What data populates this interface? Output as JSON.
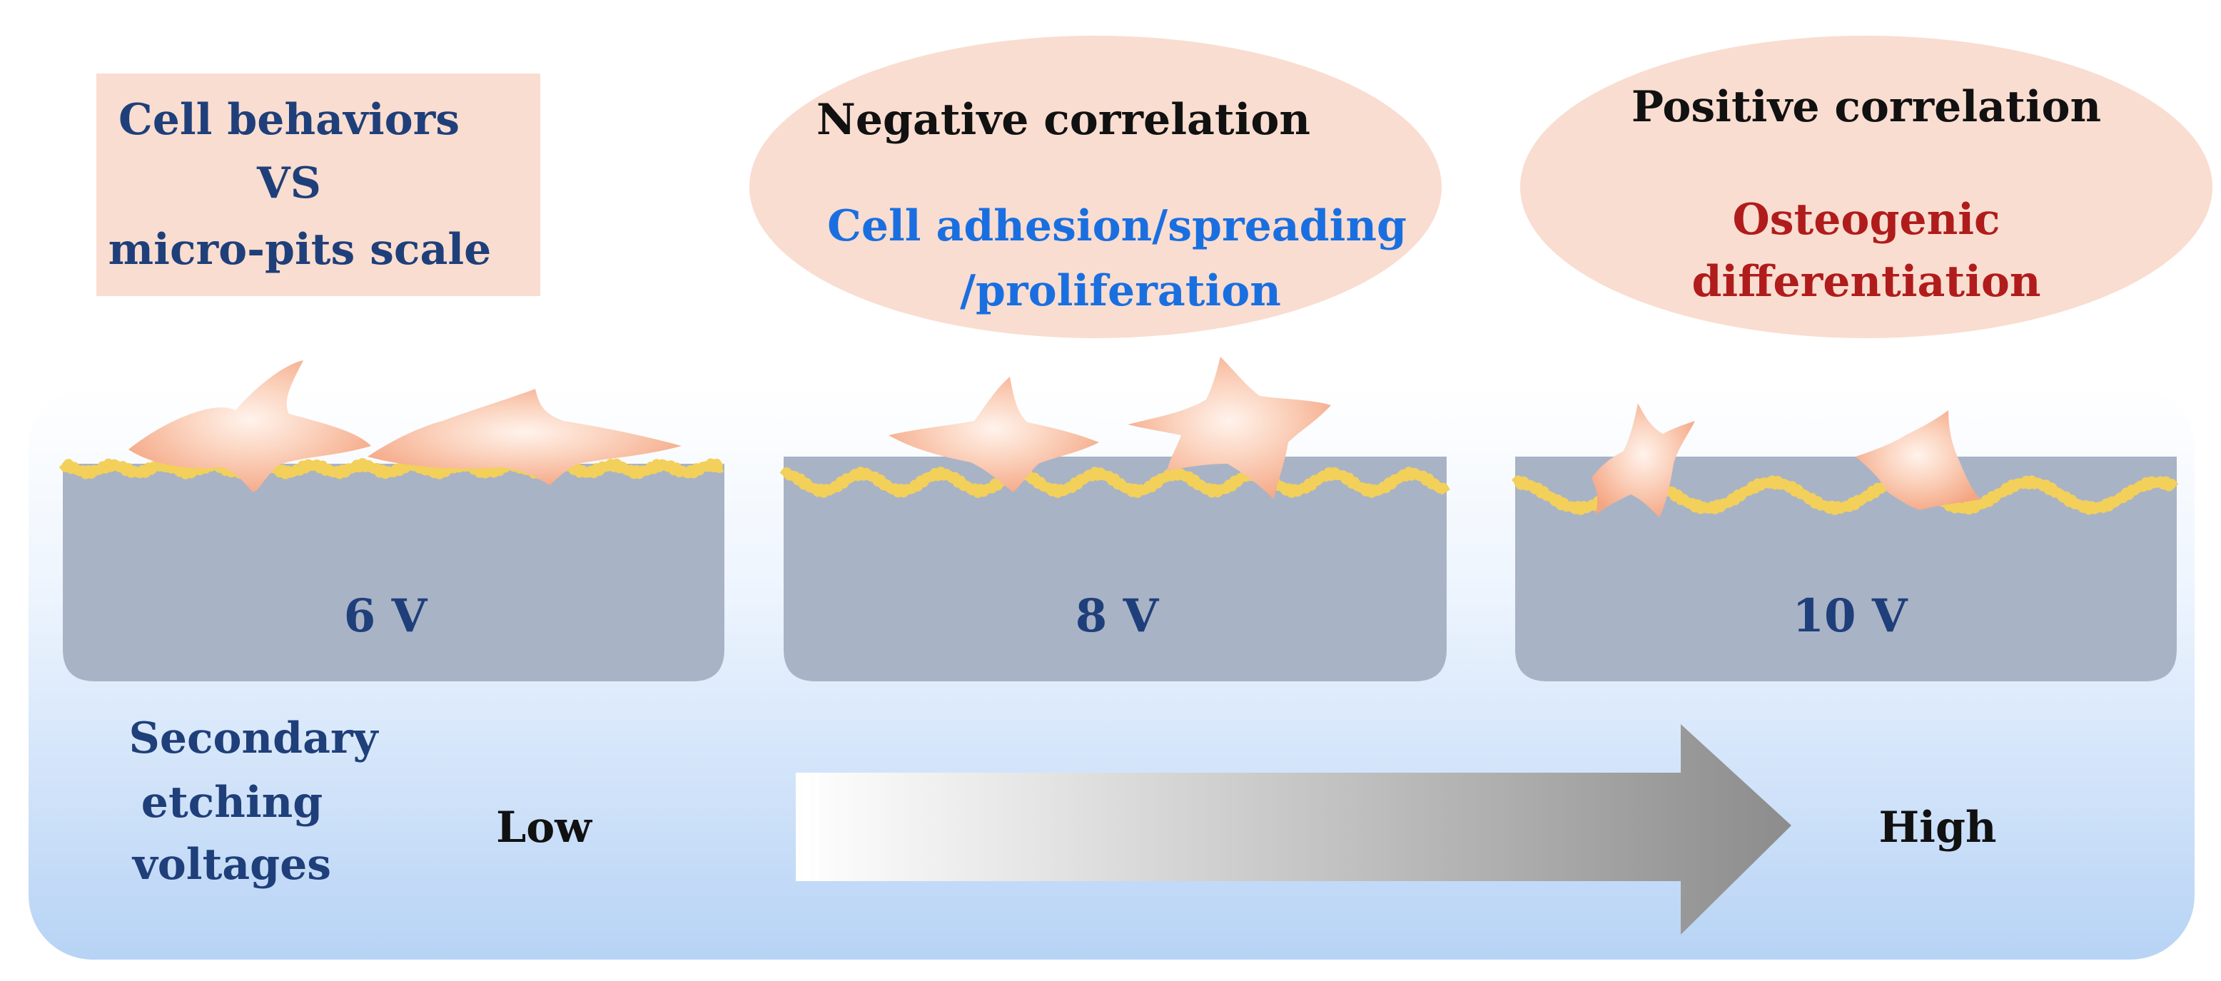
{
  "title_box": {
    "line1": "Cell behaviors",
    "line2": "VS",
    "line3": "micro-pits scale"
  },
  "negative_bubble": {
    "heading": "Negative correlation",
    "line1": "Cell adhesion/spreading",
    "line2": "/proliferation"
  },
  "positive_bubble": {
    "heading": "Positive correlation",
    "line1": "Osteogenic",
    "line2": "differentiation"
  },
  "substrates": [
    {
      "label": "6 V"
    },
    {
      "label": "8 V"
    },
    {
      "label": "10 V"
    }
  ],
  "axis": {
    "name_line1": "Secondary",
    "name_line2": "etching",
    "name_line3": "voltages",
    "low": "Low",
    "high": "High"
  },
  "colors": {
    "dark_blue_text": "#1f3f7a",
    "bright_blue_text": "#1a6fe0",
    "red_text": "#b01c1c",
    "peach_fill": "#f9ddd0",
    "substrate_fill": "#a9b3c6",
    "coating_yellow": "#f2d05a",
    "cell_pink": "#f7b596",
    "background_gradient_top": "#ffffff",
    "background_gradient_bottom": "#b7d3f5"
  }
}
